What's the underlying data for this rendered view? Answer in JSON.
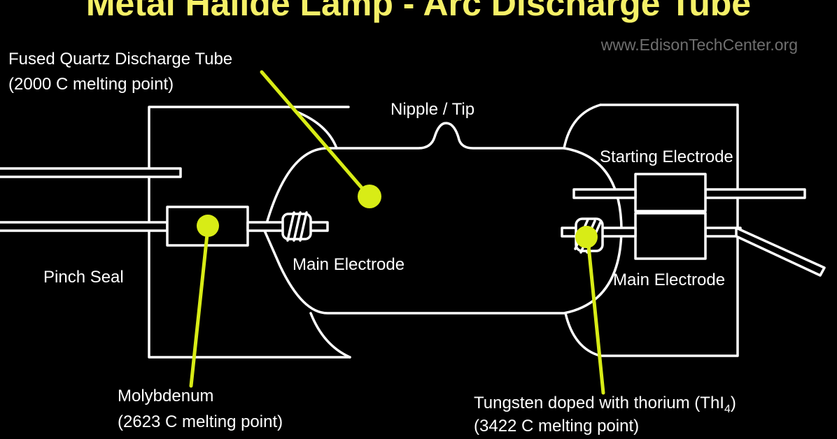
{
  "title": "Metal Halide Lamp - Arc Discharge Tube",
  "credit": "www.EdisonTechCenter.org",
  "labels": {
    "fused_quartz_line1": "Fused Quartz Discharge Tube",
    "fused_quartz_line2": "(2000 C melting point)",
    "nipple_tip": "Nipple / Tip",
    "starting_electrode": "Starting Electrode",
    "main_electrode_left": "Main Electrode",
    "main_electrode_right": "Main Electrode",
    "pinch_seal": "Pinch Seal",
    "molybdenum_line1": "Molybdenum",
    "molybdenum_line2": "(2623 C melting point)",
    "tungsten_line1_prefix": "Tungsten doped with thorium (ThI",
    "tungsten_line1_subscript": "4",
    "tungsten_line1_suffix": ")",
    "tungsten_line2": "(3422 C melting point)"
  },
  "colors": {
    "background": "#000000",
    "title": "#f5f067",
    "credit": "#6f6f6f",
    "drawing": "#ffffff",
    "label": "#ffffff",
    "leader": "#d8ec16"
  }
}
